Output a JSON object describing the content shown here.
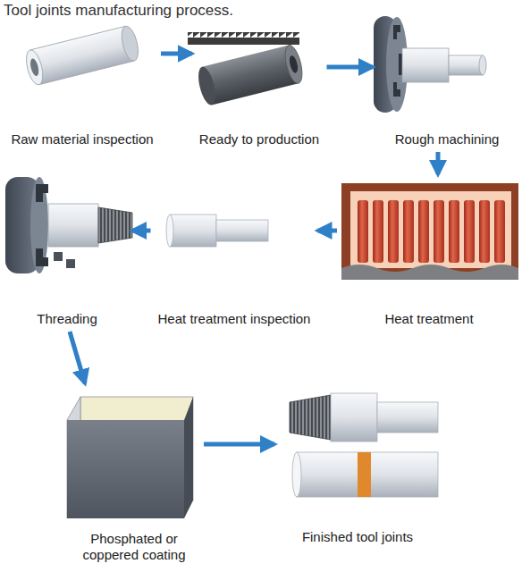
{
  "diagram": {
    "title": "Tool joints manufacturing process.",
    "nodes": [
      {
        "text": [
          "Raw material inspection"
        ]
      },
      {
        "text": [
          "Ready to production"
        ]
      },
      {
        "text": [
          "Rough machining"
        ]
      },
      {
        "text": [
          "Heat treatment"
        ]
      },
      {
        "text": [
          "Heat treatment inspection"
        ]
      },
      {
        "text": [
          "Threading"
        ]
      },
      {
        "text": [
          "Phosphated or coppered coating"
        ]
      },
      {
        "text": [
          "Finished tool joints"
        ]
      }
    ],
    "edges": [
      {
        "from": 0,
        "to": 1,
        "arrow": "to"
      },
      {
        "from": 1,
        "to": 2,
        "arrow": "to"
      },
      {
        "from": 2,
        "to": 3,
        "arrow": "to"
      },
      {
        "from": 3,
        "to": 4,
        "arrow": "to"
      },
      {
        "from": 4,
        "to": 5,
        "arrow": "to"
      },
      {
        "from": 5,
        "to": 6,
        "arrow": "to"
      },
      {
        "from": 6,
        "to": 7,
        "arrow": "to"
      }
    ]
  }
}
